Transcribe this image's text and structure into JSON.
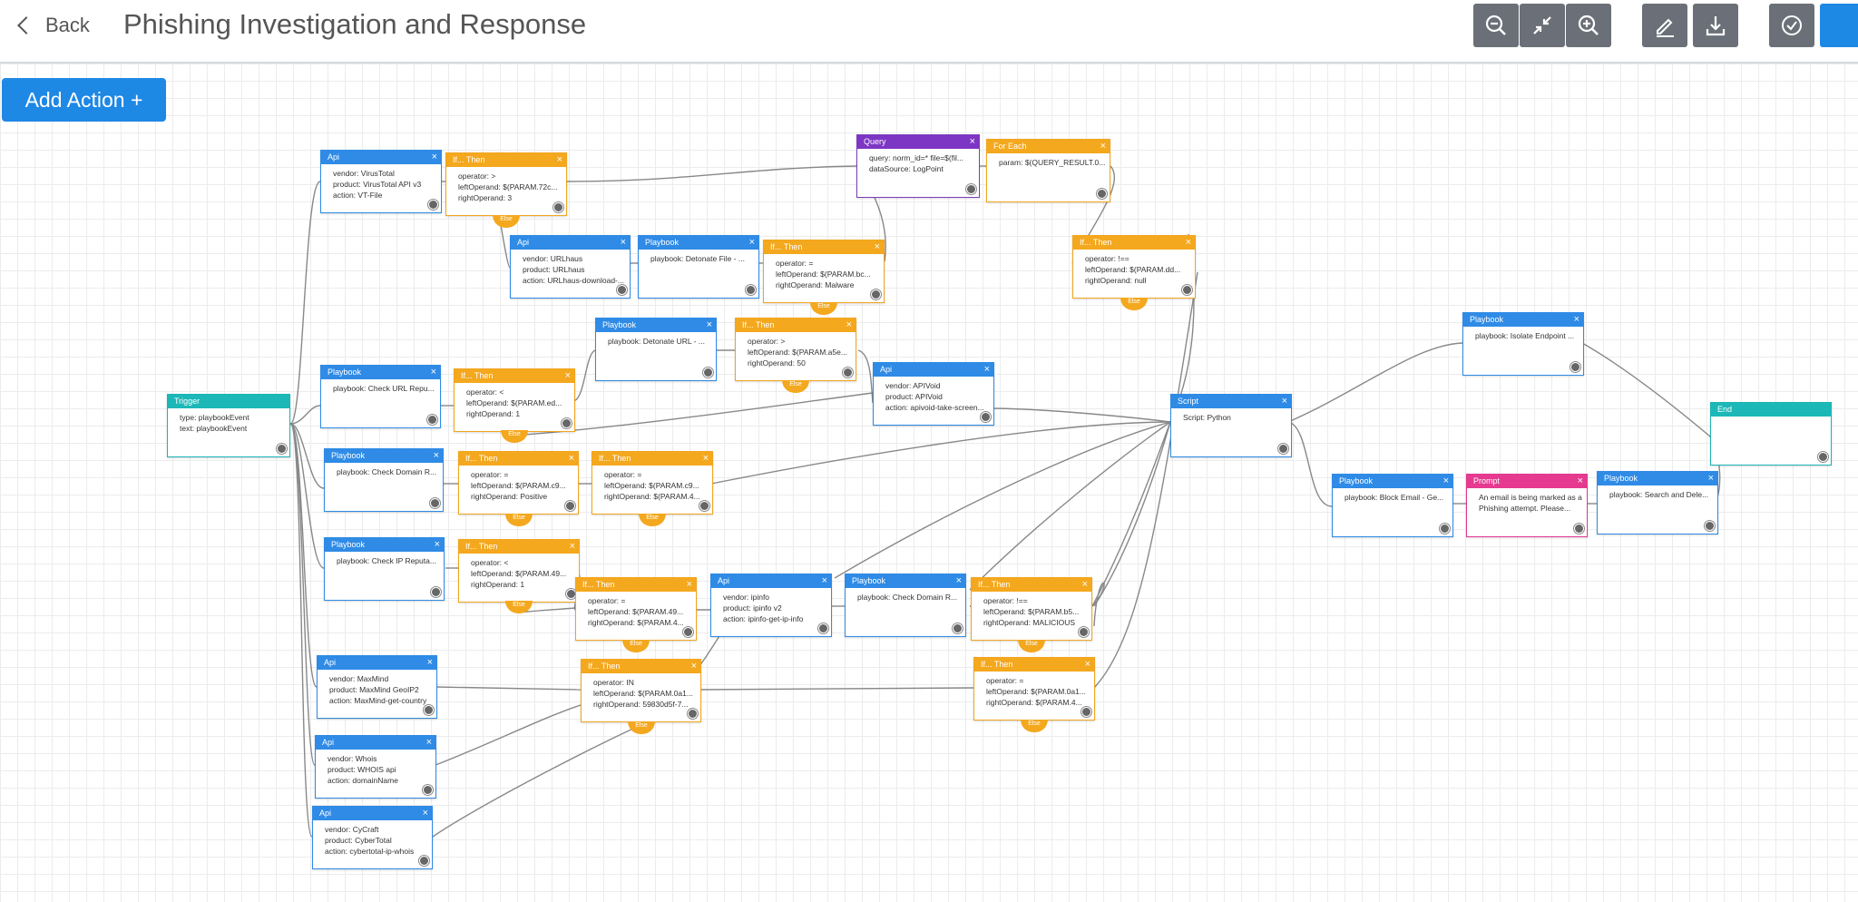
{
  "header": {
    "back_label": "Back",
    "title": "Phishing Investigation and Response"
  },
  "toolbar": {
    "zoom_out_icon": "zoom-out-icon",
    "fit_icon": "collapse-arrows-icon",
    "zoom_in_icon": "zoom-in-icon",
    "edit_icon": "pencil-icon",
    "download_icon": "download-icon",
    "validate_icon": "check-circle-icon"
  },
  "add_action_label": "Add Action +",
  "else_label": "Else",
  "colors": {
    "api": "#2f8be6",
    "condition": "#f4a81e",
    "query": "#7d35c4",
    "trigger": "#1cb8b8",
    "prompt": "#e63a90",
    "toolbar_button": "#6b7078",
    "add_action": "#1e88e5"
  },
  "nodes": {
    "trigger": {
      "header": "Trigger",
      "lines": [
        "type: playbookEvent",
        "text: playbookEvent"
      ]
    },
    "api_virustotal": {
      "header": "Api",
      "lines": [
        "vendor: VirusTotal",
        "product: VirusTotal API v3",
        "action: VT-File"
      ]
    },
    "if_vt": {
      "header": "If... Then",
      "lines": [
        "operator: >",
        "leftOperand: $(PARAM.72c...",
        "rightOperand: 3"
      ]
    },
    "api_urlhaus": {
      "header": "Api",
      "lines": [
        "vendor: URLhaus",
        "product: URLhaus",
        "action: URLhaus-download-..."
      ]
    },
    "pb_detonate_file": {
      "header": "Playbook",
      "lines": [
        "playbook: Detonate File - ..."
      ]
    },
    "if_malware": {
      "header": "If... Then",
      "lines": [
        "operator: =",
        "leftOperand: $(PARAM.bc...",
        "rightOperand: Malware"
      ]
    },
    "query": {
      "header": "Query",
      "lines": [
        "query: norm_id=* file=$(fil...",
        "dataSource: LogPoint"
      ]
    },
    "foreach": {
      "header": "For Each",
      "lines": [
        "param: $(QUERY_RESULT.0..."
      ]
    },
    "if_null": {
      "header": "If... Then",
      "lines": [
        "operator: !==",
        "leftOperand: $(PARAM.dd...",
        "rightOperand: null"
      ]
    },
    "pb_detonate_url": {
      "header": "Playbook",
      "lines": [
        "playbook: Detonate URL - ..."
      ]
    },
    "if_50": {
      "header": "If... Then",
      "lines": [
        "operator: >",
        "leftOperand: $(PARAM.a5e...",
        "rightOperand: 50"
      ]
    },
    "api_apivoid": {
      "header": "Api",
      "lines": [
        "vendor: APIVoid",
        "product: APIVoid",
        "action: apivoid-take-screen..."
      ]
    },
    "pb_check_url": {
      "header": "Playbook",
      "lines": [
        "playbook: Check URL Repu..."
      ]
    },
    "if_url": {
      "header": "If... Then",
      "lines": [
        "operator: <",
        "leftOperand: $(PARAM.ed...",
        "rightOperand: 1"
      ]
    },
    "pb_check_domain": {
      "header": "Playbook",
      "lines": [
        "playbook: Check Domain R..."
      ]
    },
    "if_positive": {
      "header": "If... Then",
      "lines": [
        "operator: =",
        "leftOperand: $(PARAM.c9...",
        "rightOperand: Positive"
      ]
    },
    "if_c9b": {
      "header": "If... Then",
      "lines": [
        "operator: =",
        "leftOperand: $(PARAM.c9...",
        "rightOperand: $(PARAM.4..."
      ]
    },
    "pb_check_ip": {
      "header": "Playbook",
      "lines": [
        "playbook: Check IP Reputa..."
      ]
    },
    "if_ip": {
      "header": "If... Then",
      "lines": [
        "operator: <",
        "leftOperand: $(PARAM.49...",
        "rightOperand: 1"
      ]
    },
    "if_49": {
      "header": "If... Then",
      "lines": [
        "operator: =",
        "leftOperand: $(PARAM.49...",
        "rightOperand: $(PARAM.4..."
      ]
    },
    "api_ipinfo": {
      "header": "Api",
      "lines": [
        "vendor: ipinfo",
        "product: ipinfo v2",
        "action: ipinfo-get-ip-info"
      ]
    },
    "pb_check_domain2": {
      "header": "Playbook",
      "lines": [
        "playbook: Check Domain R..."
      ]
    },
    "if_malicious": {
      "header": "If... Then",
      "lines": [
        "operator: !==",
        "leftOperand: $(PARAM.b5...",
        "rightOperand: MALICIOUS"
      ]
    },
    "api_maxmind": {
      "header": "Api",
      "lines": [
        "vendor: MaxMind",
        "product: MaxMind GeoIP2",
        "action: MaxMind-get-country"
      ]
    },
    "if_in": {
      "header": "If... Then",
      "lines": [
        "operator: IN",
        "leftOperand: $(PARAM.0a1...",
        "rightOperand: 59830d5f-7..."
      ]
    },
    "if_0a1": {
      "header": "If... Then",
      "lines": [
        "operator: =",
        "leftOperand: $(PARAM.0a1...",
        "rightOperand: $(PARAM.4..."
      ]
    },
    "api_whois": {
      "header": "Api",
      "lines": [
        "vendor: Whois",
        "product: WHOIS api",
        "action: domainName"
      ]
    },
    "api_cycraft": {
      "header": "Api",
      "lines": [
        "vendor: CyCraft",
        "product: CyberTotal",
        "action: cybertotal-ip-whois"
      ]
    },
    "script": {
      "header": "Script",
      "lines": [
        "Script: Python"
      ]
    },
    "pb_isolate": {
      "header": "Playbook",
      "lines": [
        "playbook: Isolate Endpoint ..."
      ]
    },
    "pb_block_email": {
      "header": "Playbook",
      "lines": [
        "playbook: Block Email - Ge..."
      ]
    },
    "prompt": {
      "header": "Prompt",
      "lines": [
        "An email is being marked as a",
        "Phishing attempt. Please..."
      ]
    },
    "pb_search_delete": {
      "header": "Playbook",
      "lines": [
        "playbook: Search and Dele..."
      ]
    },
    "end": {
      "header": "End",
      "lines": []
    }
  }
}
